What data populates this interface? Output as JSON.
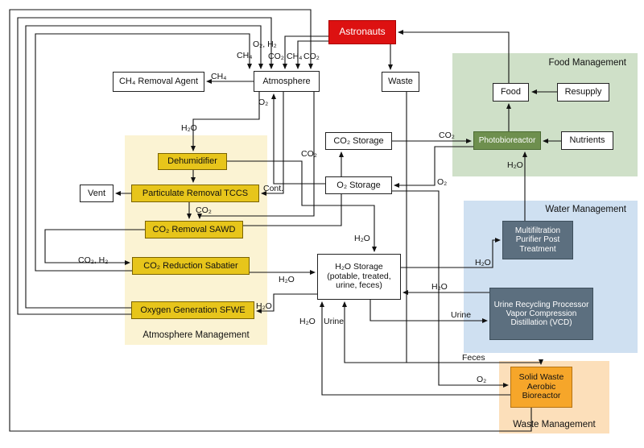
{
  "regions": {
    "food": {
      "label": "Food Management"
    },
    "atmosphere": {
      "label": "Atmosphere Management"
    },
    "water": {
      "label": "Water Management"
    },
    "waste": {
      "label": "Waste Management"
    }
  },
  "nodes": {
    "astronauts": {
      "label": "Astronauts"
    },
    "ch4_removal": {
      "label": "CH₄ Removal Agent"
    },
    "atmosphere": {
      "label": "Atmosphere"
    },
    "waste": {
      "label": "Waste"
    },
    "co2_storage": {
      "label": "CO₂ Storage"
    },
    "o2_storage": {
      "label": "O₂ Storage"
    },
    "vent": {
      "label": "Vent"
    },
    "dehumidifier": {
      "label": "Dehumidifier"
    },
    "tccs": {
      "label": "Particulate Removal TCCS"
    },
    "sawd": {
      "label": "CO₂ Removal SAWD"
    },
    "sabatier": {
      "label": "CO₂ Reduction Sabatier"
    },
    "sfwe": {
      "label": "Oxygen Generation SFWE"
    },
    "h2o_storage": {
      "label": "H₂O Storage (potable, treated, urine, feces)"
    },
    "food": {
      "label": "Food"
    },
    "resupply": {
      "label": "Resupply"
    },
    "photobioreactor": {
      "label": "Photobioreactor"
    },
    "nutrients": {
      "label": "Nutrients"
    },
    "multifiltration": {
      "label": "Multifiltration Purifier Post Treatment"
    },
    "vcd": {
      "label": "Urine Recycling Processor Vapor Compression Distillation (VCD)"
    },
    "bioreactor": {
      "label": "Solid Waste Aerobic Bioreactor"
    }
  },
  "edge_labels": [
    {
      "text": "O₂, H₂"
    },
    {
      "text": "CH₄"
    },
    {
      "text": "CO₂"
    },
    {
      "text": "CH₄"
    },
    {
      "text": "CO₂"
    },
    {
      "text": "CH₄"
    },
    {
      "text": "O₂"
    },
    {
      "text": "H₂O"
    },
    {
      "text": "CO₂"
    },
    {
      "text": "Cont."
    },
    {
      "text": "CO₂"
    },
    {
      "text": "CO₂, H₂"
    },
    {
      "text": "H₂O"
    },
    {
      "text": "H₂O"
    },
    {
      "text": "H₂O"
    },
    {
      "text": "Urine"
    },
    {
      "text": "Feces"
    },
    {
      "text": "O₂"
    },
    {
      "text": "H₂O"
    },
    {
      "text": "CO₂"
    },
    {
      "text": "O₂"
    },
    {
      "text": "H₂O"
    },
    {
      "text": "H₂O"
    },
    {
      "text": "H₂O"
    },
    {
      "text": "Urine"
    }
  ],
  "colors": {
    "astronauts_red": "#dd1111",
    "atmosphere_box_gold": "#e7c51b",
    "photobioreactor_green": "#6e8f4e",
    "water_box_slate": "#5c6f7f",
    "bioreactor_orange": "#f6a62a",
    "food_region": "#cfe0c8",
    "atmosphere_region": "#fbf3d3",
    "water_region": "#cfe0f1",
    "waste_region": "#fcdfba",
    "line": "#111111"
  }
}
